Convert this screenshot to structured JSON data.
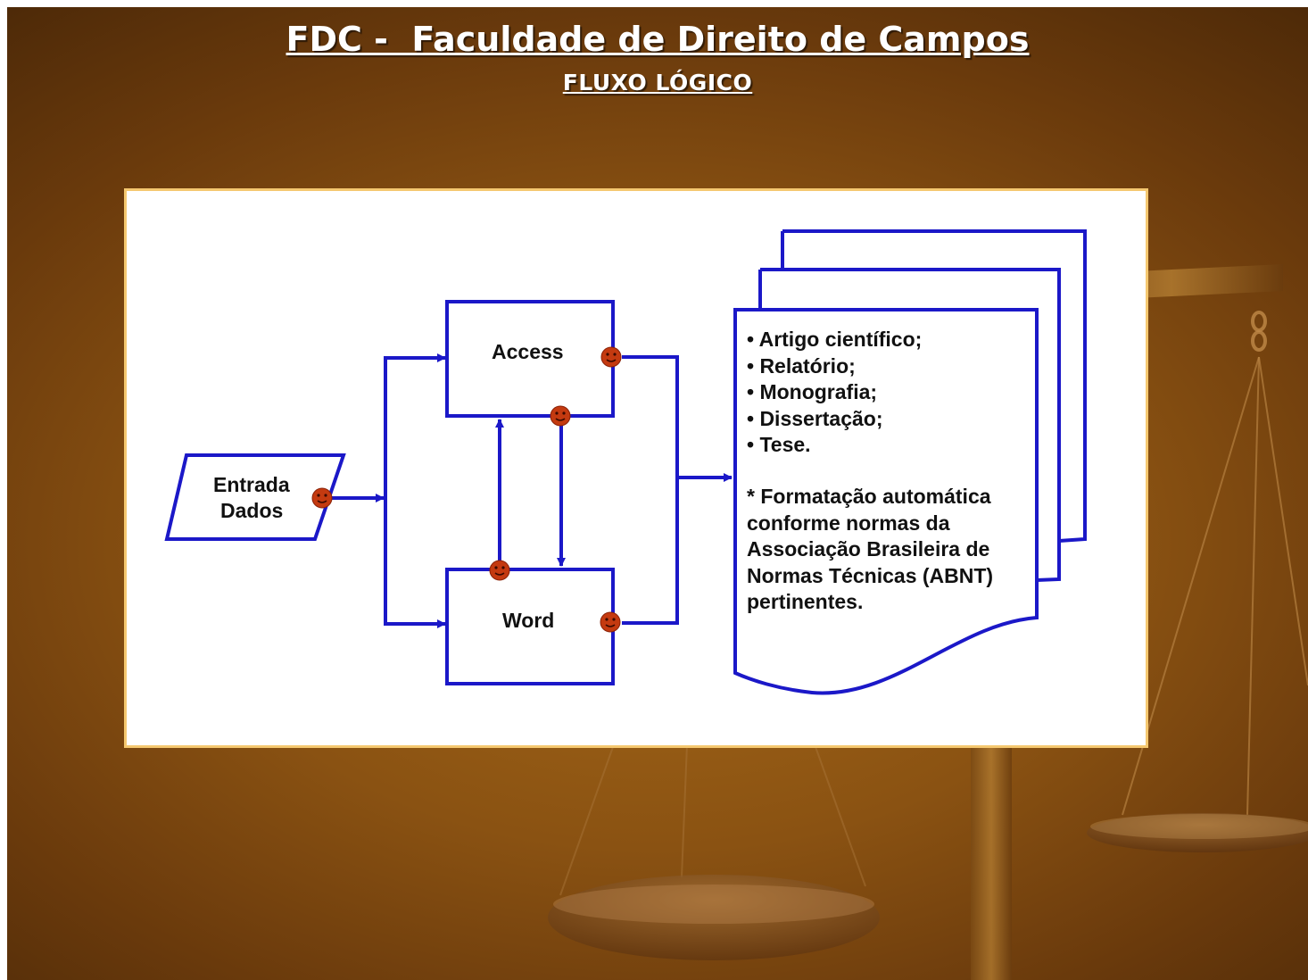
{
  "header": {
    "title": "FDC -  Faculdade de Direito de Campos",
    "subtitle": "FLUXO LÓGICO"
  },
  "diagram": {
    "input": {
      "line1": "Entrada",
      "line2": "Dados"
    },
    "process_access": "Access",
    "process_word": "Word",
    "output_documents": {
      "items": [
        "• Artigo científico;",
        "• Relatório;",
        "• Monografia;",
        "• Dissertação;",
        "• Tese."
      ],
      "note": [
        "* Formatação automática",
        "conforme normas da",
        "Associação Brasileira de",
        "Normas Técnicas (ABNT)",
        "pertinentes."
      ]
    }
  },
  "icons": [
    "smiley-face-icon",
    "scales-of-justice-icon"
  ],
  "colors": {
    "background": "#8a5212",
    "line": "#1b18c8",
    "connector": "#c43a10",
    "panel_border": "#f5c870",
    "title_text": "#ffffff"
  }
}
